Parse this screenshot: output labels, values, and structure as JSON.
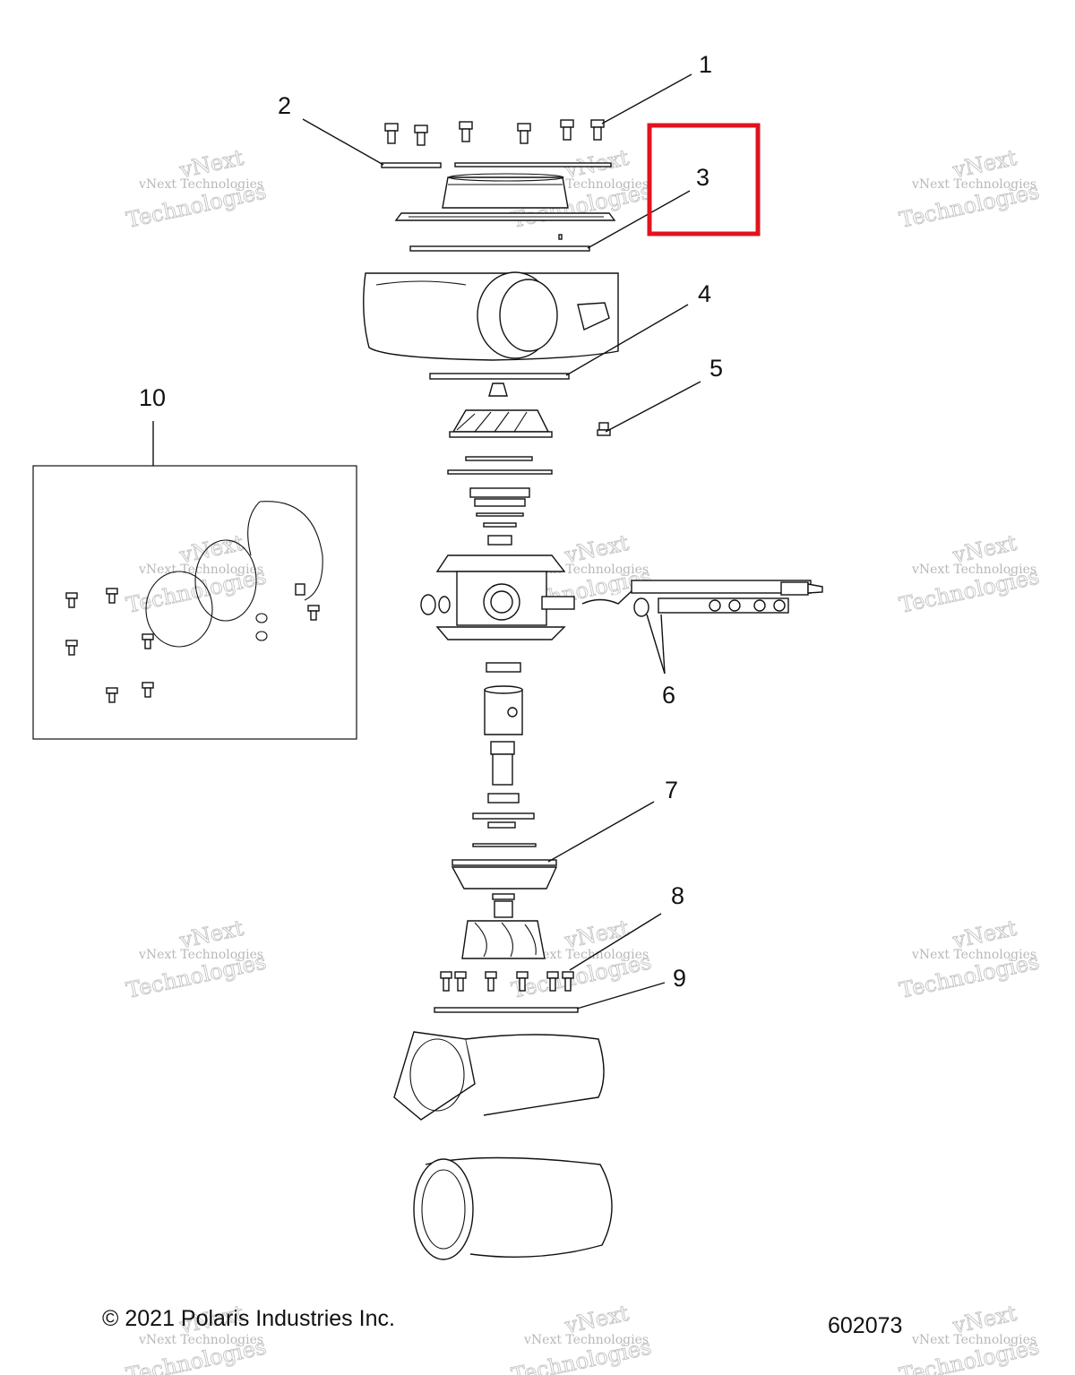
{
  "callouts": [
    {
      "id": "1",
      "label": "1"
    },
    {
      "id": "2",
      "label": "2"
    },
    {
      "id": "3",
      "label": "3"
    },
    {
      "id": "4",
      "label": "4"
    },
    {
      "id": "5",
      "label": "5"
    },
    {
      "id": "6",
      "label": "6"
    },
    {
      "id": "7",
      "label": "7"
    },
    {
      "id": "8",
      "label": "8"
    },
    {
      "id": "9",
      "label": "9"
    },
    {
      "id": "10",
      "label": "10"
    }
  ],
  "highlight": {
    "callout": "3",
    "color": "#e0141e"
  },
  "watermark": {
    "line1": "vNext",
    "line2": "vNext Technologies",
    "line3": "Technologies"
  },
  "footer": {
    "copyright": "© 2021 Polaris Industries Inc.",
    "diagram_number": "602073"
  }
}
